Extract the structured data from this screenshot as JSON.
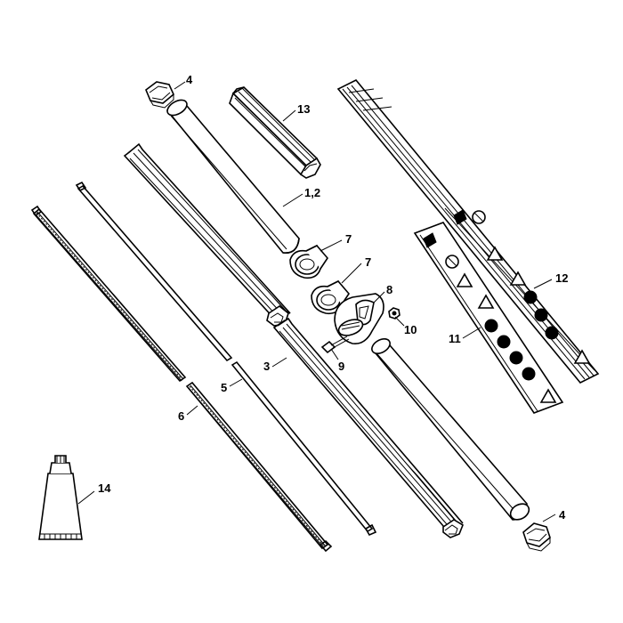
{
  "callouts": {
    "c4_top": "4",
    "c13": "13",
    "c12_tube": "1,2",
    "c7_upper": "7",
    "c7_lower": "7",
    "c8": "8",
    "c10": "10",
    "c9": "9",
    "c3": "3",
    "c5": "5",
    "c6": "6",
    "c14": "14",
    "c4_bottom": "4",
    "c12_label": "12",
    "c11": "11"
  },
  "colors": {
    "line": "#000000",
    "background": "#ffffff"
  }
}
